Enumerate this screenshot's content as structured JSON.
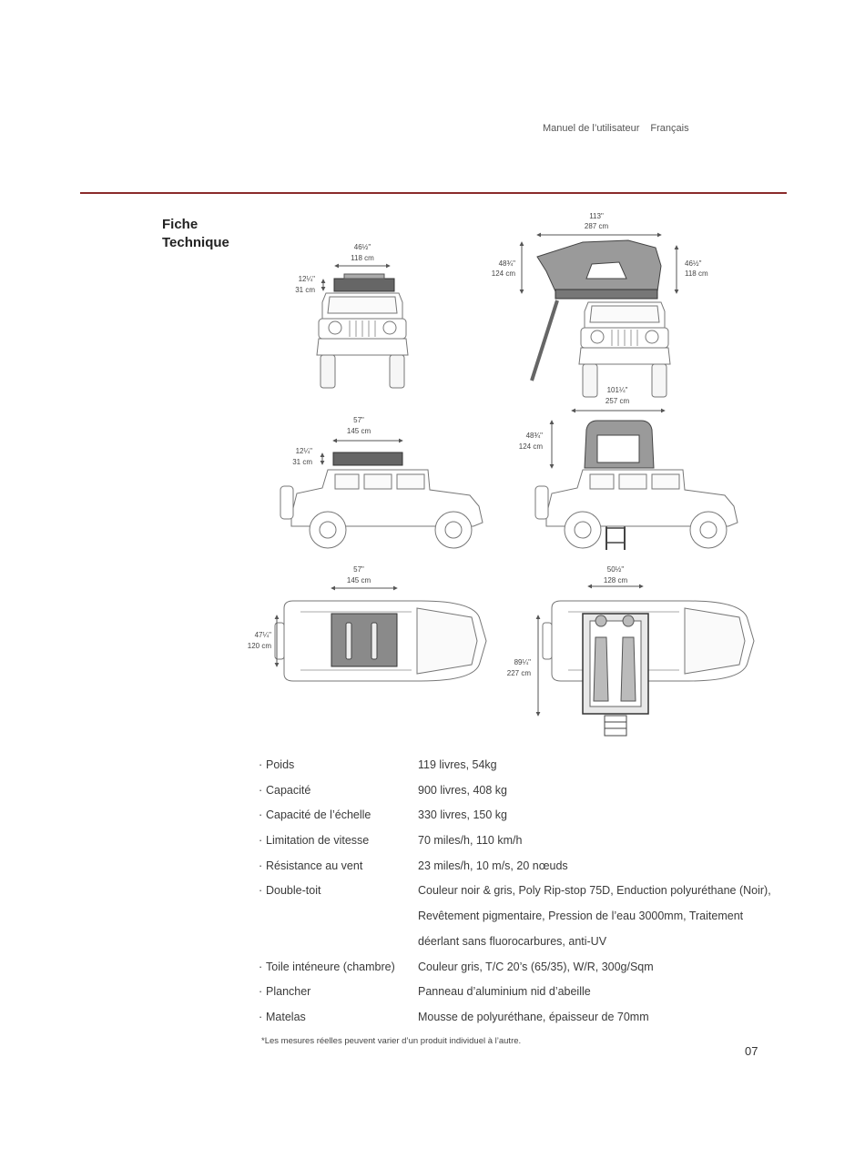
{
  "header": {
    "manual": "Manuel de l’utilisateur",
    "language": "Français"
  },
  "section_title": [
    "Fiche",
    "Technique"
  ],
  "diagram_labels": {
    "front_closed": {
      "width_in": "46½\"",
      "width_cm": "118 cm",
      "height_in": "12¼\"",
      "height_cm": "31 cm"
    },
    "front_open": {
      "width_in": "113\"",
      "width_cm": "287 cm",
      "left_h_in": "48¾\"",
      "left_h_cm": "124 cm",
      "right_h_in": "46½\"",
      "right_h_cm": "118 cm"
    },
    "side_closed": {
      "width_in": "57\"",
      "width_cm": "145 cm",
      "height_in": "12¼\"",
      "height_cm": "31 cm"
    },
    "side_open": {
      "width_in": "101¼\"",
      "width_cm": "257 cm",
      "height_in": "48¾\"",
      "height_cm": "124 cm"
    },
    "top_closed": {
      "width_in": "57\"",
      "width_cm": "145 cm",
      "depth_in": "47¼\"",
      "depth_cm": "120 cm"
    },
    "top_open": {
      "width_in": "50½\"",
      "width_cm": "128 cm",
      "depth_in": "89¼\"",
      "depth_cm": "227 cm"
    }
  },
  "specs": [
    {
      "label": "Poids",
      "values": [
        "119 livres, 54kg"
      ]
    },
    {
      "label": "Capacité",
      "values": [
        "900 livres, 408 kg"
      ]
    },
    {
      "label": "Capacité de l’échelle",
      "values": [
        "330 livres, 150 kg"
      ]
    },
    {
      "label": "Limitation de vitesse",
      "values": [
        "70 miles/h, 110 km/h"
      ]
    },
    {
      "label": "Résistance au vent",
      "values": [
        "23 miles/h, 10 m/s, 20 nœuds"
      ]
    },
    {
      "label": "Double-toit",
      "values": [
        "Couleur noir & gris, Poly Rip-stop 75D, Enduction polyuréthane (Noir),",
        "Revêtement pigmentaire, Pression de l’eau 3000mm, Traitement",
        "déerlant sans fluorocarbures, anti-UV"
      ]
    },
    {
      "label": "Toile inténeure (chambre)",
      "values": [
        "Couleur gris, T/C 20’s (65/35), W/R, 300g/Sqm"
      ]
    },
    {
      "label": "Plancher",
      "values": [
        "Panneau d’aluminium nid d’abeille"
      ]
    },
    {
      "label": "Matelas",
      "values": [
        "Mousse de polyuréthane, épaisseur de 70mm"
      ]
    }
  ],
  "footnote": "*Les mesures réelles peuvent varier d’un produit individuel à l’autre.",
  "page_number": "07"
}
